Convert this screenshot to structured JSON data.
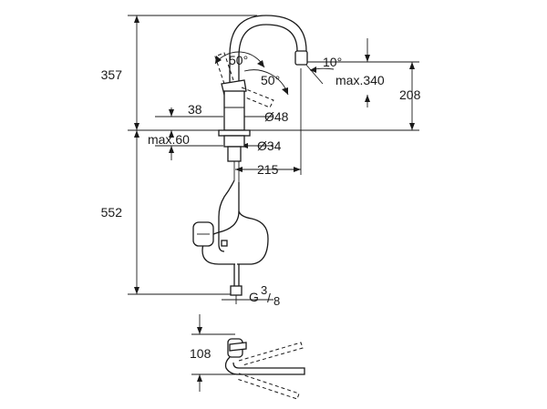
{
  "dimensions": {
    "height_above_counter": "357",
    "spout_swivel_up": "50°",
    "spout_swivel_down": "50°",
    "spout_tilt": "10°",
    "max_spout_height": "max.340",
    "spout_outlet_height": "208",
    "body_offset": "38",
    "body_diameter": "Ø48",
    "max_counter_thickness": "max.60",
    "mount_hole_diameter": "Ø34",
    "spout_reach": "215",
    "height_below_counter": "552",
    "connection_thread_base": "G",
    "connection_thread_num": "3",
    "connection_thread_den": "8",
    "plan_view_depth": "108"
  }
}
